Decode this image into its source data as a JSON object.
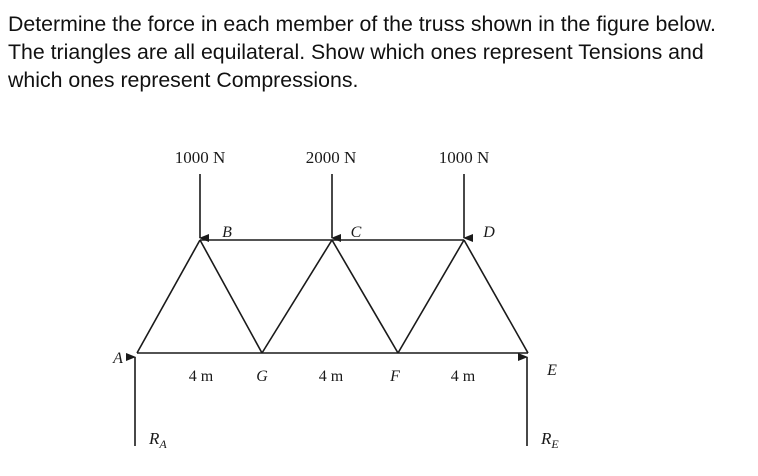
{
  "question": {
    "text": "Determine the force in each member of the truss shown in the figure below. The triangles are all equilateral. Show which ones represent Tensions and which ones represent Compressions."
  },
  "figure": {
    "loads": [
      {
        "label": "1000 N",
        "node": "B"
      },
      {
        "label": "2000 N",
        "node": "C"
      },
      {
        "label": "1000 N",
        "node": "D"
      }
    ],
    "nodes": {
      "A": "A",
      "B": "B",
      "C": "C",
      "D": "D",
      "E": "E",
      "F": "F",
      "G": "G"
    },
    "dimensions": [
      "4 m",
      "4 m",
      "4 m"
    ],
    "reactions": {
      "left": {
        "base": "R",
        "sub": "A"
      },
      "right": {
        "base": "R",
        "sub": "E"
      }
    },
    "colors": {
      "ink": "#1a1a1a"
    }
  }
}
